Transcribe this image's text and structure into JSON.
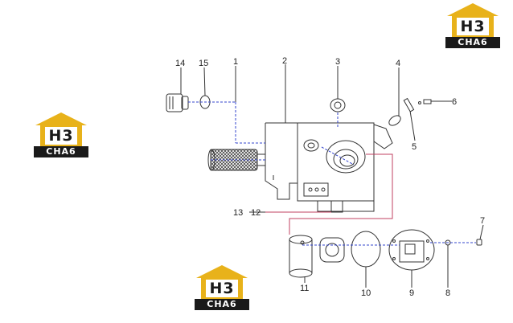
{
  "logo": {
    "mark": "H3",
    "text": "CHA6"
  },
  "parts": [
    "14",
    "15",
    "1",
    "2",
    "3",
    "4",
    "6",
    "5",
    "13",
    "12",
    "7",
    "11",
    "10",
    "9",
    "8"
  ],
  "colors": {
    "line": "#333333",
    "leader": "#3344cc",
    "guide": "#c04060",
    "logo": "#e8b21a"
  }
}
